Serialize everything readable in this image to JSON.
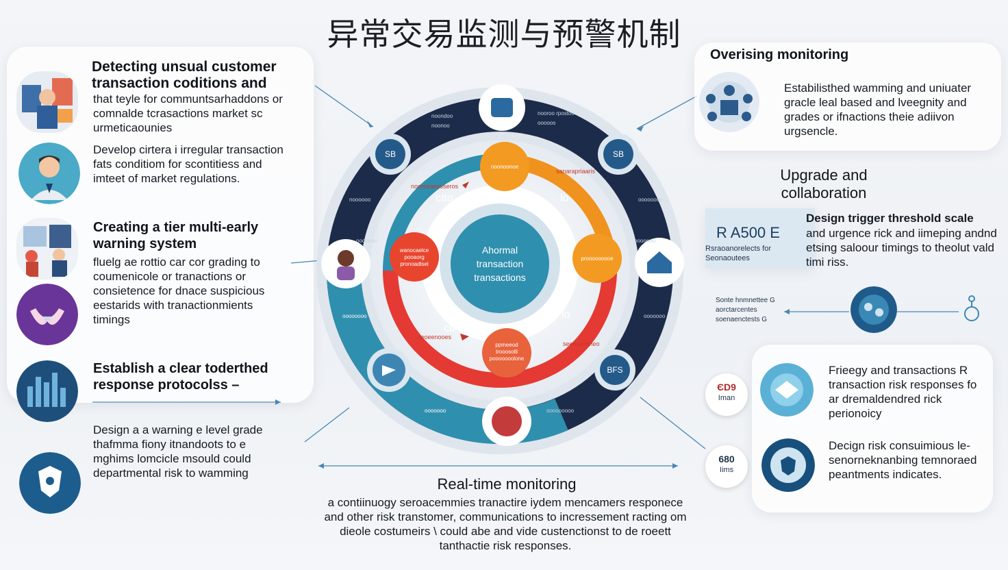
{
  "title": "异常交易监测与预警机制",
  "left": {
    "block1": {
      "heading": "Detecting unsual customer transaction coditions and",
      "body": "that  teyle for communtsarhaddons or comnalde tcrasactions market sc urmeticaounies"
    },
    "block2": {
      "body": "Develop cirtera i irregular transaction fats conditiom for scontitiess and imteet of market regulations."
    },
    "block3": {
      "heading": "Creating a tier multi-early warning system",
      "body": "fluelg ae rottio  car cor grading to coumenicole or tranactions or consietence for dnace suspicious eestarids with tranactionmients timings"
    },
    "block4": {
      "heading": "Establish a clear toderthed response protocolss  –"
    },
    "block5": {
      "body": "Design a a warning e level grade thafmma fiony itnandoots to e mghims lomcicle msould could departmental risk to wamming"
    }
  },
  "diagram": {
    "center": "Ahormal transaction transactions",
    "inner_nodes": {
      "top": "noonoonoe",
      "left": "wanocaelce pooaorg pronoadlsel",
      "right": "prooooooooe",
      "bottom": "ppmeeod trooosolli pooooooolone"
    },
    "ring_texts": {
      "tl": "ctto",
      "tr": "lo",
      "bl": "ctl",
      "br": "lo",
      "red_top": "sanarapriaaris",
      "red_left": "noorceaeesseros",
      "red_bottom": "seoeenooes",
      "red_right": "seesspoorleo"
    },
    "outer_labels": {
      "o1": "noondoo noonoo",
      "o2": "nooroo rpostoo ooooos",
      "o3": "noooooo",
      "o4": "oooooooo",
      "o5": "oooooooo",
      "o6": "ooooooo",
      "o7": "ooooooo",
      "o8": "ooooooooo",
      "o9": "ooooooo",
      "o10": "ooooooo"
    },
    "icon_labels": {
      "tl": "SB",
      "tr": "SB",
      "br": "BFS"
    }
  },
  "right": {
    "oversing": {
      "heading": "Overising monitoring",
      "body": "Estabilisthed wamming and uniuater gracle leal based and lveegnity and grades or ifnactions theie adiivon urgsencle."
    },
    "upgrade": {
      "heading": "Upgrade and collaboration",
      "code": "R A500 E",
      "code_sub": "Rsraoanorelects for Seonaoutees",
      "body_heading": "Design trigger threshold scale",
      "body": "and urgence rick and iimeping andnd etsing saloour timings to theolut vald timi riss."
    },
    "small_row": {
      "text": "Sonte hnmnettee G aorctarcentes soenaenctests G"
    },
    "card1": {
      "badge_top": "ЄD9",
      "badge_sub": "Iman",
      "body": "Frieegy and transactions R transaction risk responses fo ar dremaldendred  rick perionoicy"
    },
    "card2": {
      "badge_top": "680",
      "badge_sub": "Iims",
      "body": "Decign risk consuimious le-senorneknanbing temnoraed peantments indicates."
    }
  },
  "bottom": {
    "heading": "Real-time monitoring",
    "body": "a contiinuogy seroacemmies tranactire iydem mencamers responece and other risk transtomer, communications to incressement racting om dieole costumeirs \\ could abe and vide custenctionst to de roeett tanthactie risk responses."
  },
  "colors": {
    "navy": "#1c2b49",
    "orange": "#f0921e",
    "red": "#e43a33",
    "teal": "#2f8fae",
    "light_blue": "#4a9fc8"
  }
}
